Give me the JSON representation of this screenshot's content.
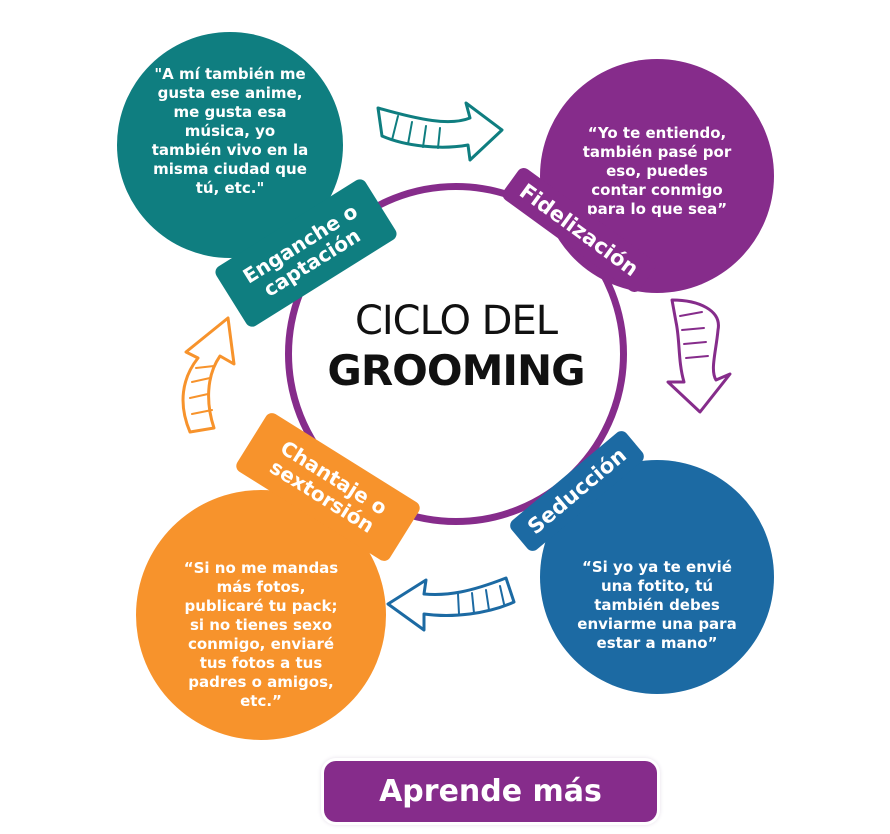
{
  "title": {
    "line1": "CICLO DEL",
    "line2": "GROOMING"
  },
  "stages": [
    {
      "label": "Enganche o\ncaptación",
      "quote": "\"A mí también me\ngusta ese anime,\nme gusta esa\nmúsica, yo\ntambién vivo en la\nmisma ciudad que\ntú, etc.\"",
      "color": "#0f7e80"
    },
    {
      "label": "Fidelización",
      "quote": "“Yo te entiendo,\ntambién pasé por\neso, puedes\ncontar conmigo\npara lo que sea”",
      "color": "#862c8b"
    },
    {
      "label": "Seducción",
      "quote": "“Si yo ya te envié\nuna fotito, tú\ntambién debes\nenviarme una para\nestar a mano”",
      "color": "#1c6aa3"
    },
    {
      "label": "Chantaje o\nsextorsión",
      "quote": "“Si no me mandas\nmás fotos,\npublicaré tu pack;\nsi no tienes sexo\nconmigo, enviaré\ntus fotos a tus\npadres o amigos,\netc.”",
      "color": "#f7932c"
    }
  ],
  "arrows": [
    {
      "from": "Enganche o captación",
      "to": "Fidelización",
      "color": "#0f7e80"
    },
    {
      "from": "Fidelización",
      "to": "Seducción",
      "color": "#862c8b"
    },
    {
      "from": "Seducción",
      "to": "Chantaje o sextorsión",
      "color": "#1c6aa3"
    },
    {
      "from": "Chantaje o sextorsión",
      "to": "Enganche o captación",
      "color": "#f7932c"
    }
  ],
  "cta": {
    "label": "Aprende más",
    "color": "#862c8b"
  }
}
